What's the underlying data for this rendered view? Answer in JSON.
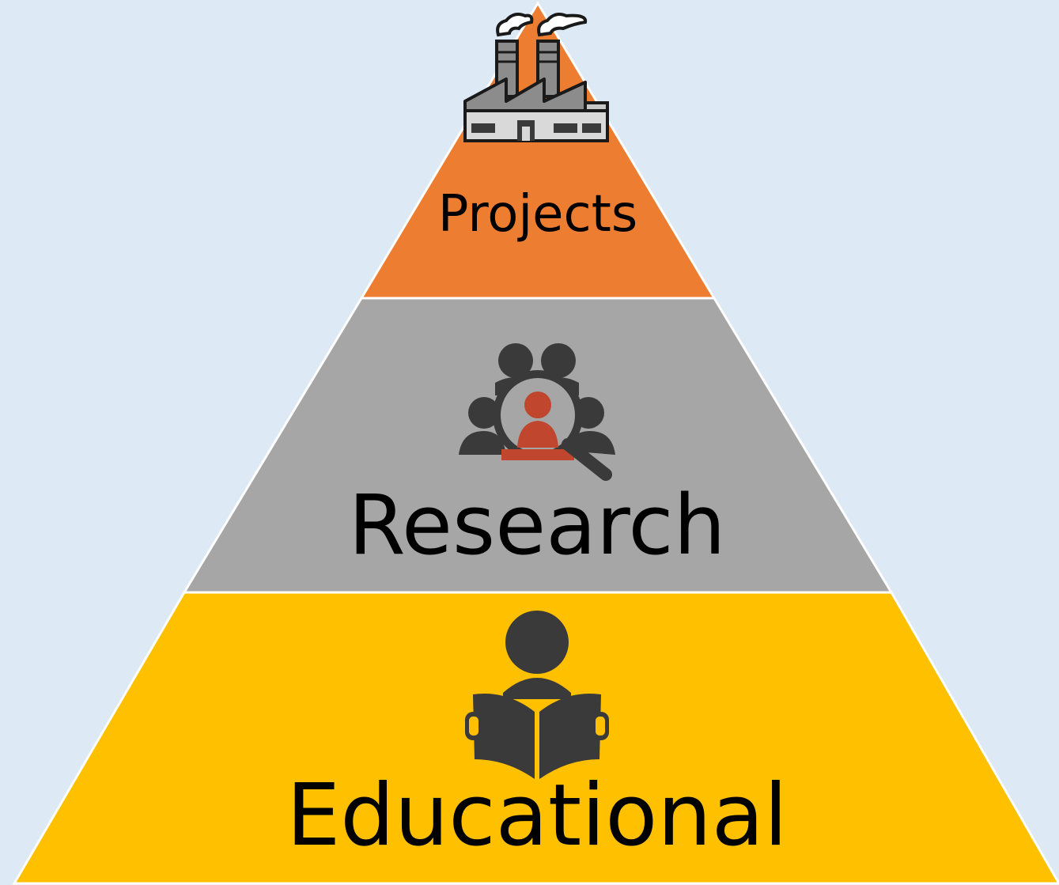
{
  "diagram": {
    "type": "pyramid",
    "tiers": [
      {
        "label": "Projects",
        "icon": "factory-icon",
        "color": "#ed7d31"
      },
      {
        "label": "Research",
        "icon": "people-search-icon",
        "color": "#a6a6a6"
      },
      {
        "label": "Educational",
        "icon": "person-reading-icon",
        "color": "#ffc000"
      }
    ]
  },
  "colors": {
    "background": "#dde9f5",
    "icon_dark": "#3a3a3a",
    "icon_accent": "#c0462e",
    "separator": "#ffffff"
  }
}
